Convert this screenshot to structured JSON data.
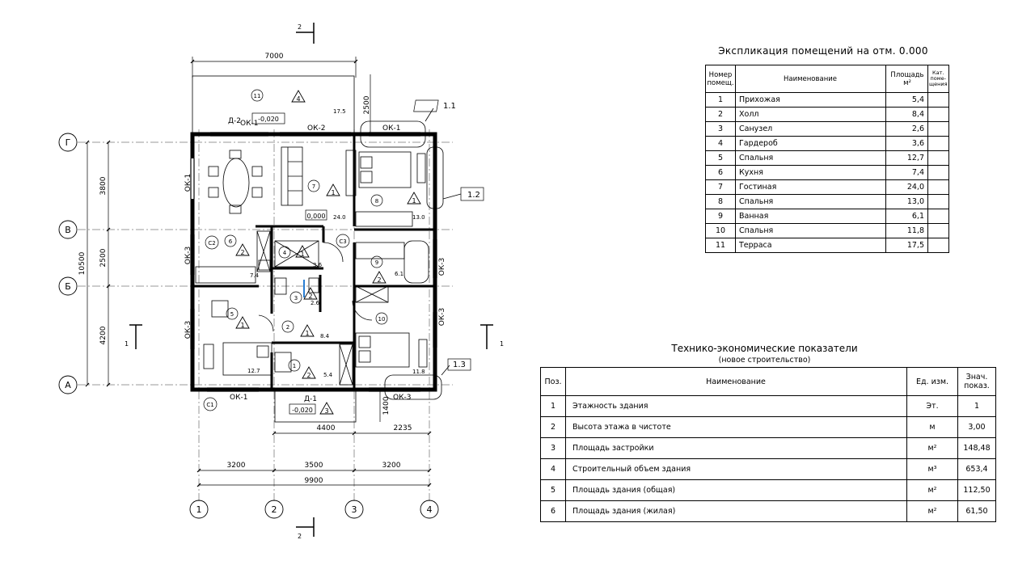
{
  "plan": {
    "dims_top": [
      "7000"
    ],
    "terrace_dim": "2500",
    "dims_bottom_mid": [
      "4400",
      "2235"
    ],
    "dims_bottom_rooms": [
      "3200",
      "3500",
      "3200"
    ],
    "dims_bottom_total": "9900",
    "dims_left": [
      "3800",
      "2500",
      "4200"
    ],
    "dims_left_total": "10500",
    "porch_dim": "1400",
    "axes_rows": [
      "Г",
      "В",
      "Б",
      "А"
    ],
    "axes_cols": [
      "1",
      "2",
      "3",
      "4"
    ],
    "section_label": "2",
    "section_side_label": "1",
    "windows": [
      "ОК-1",
      "ОК-2",
      "ОК-1",
      "ОК-1",
      "ОК-3",
      "ОК-3",
      "ОК-3",
      "ОК-3",
      "ОК-1",
      "ОК-3"
    ],
    "doors": [
      "Д-2",
      "Д-1"
    ],
    "levels": [
      "-0,020",
      "0,000",
      "-0,020"
    ],
    "callouts": [
      "1.1",
      "1.2",
      "1.3"
    ],
    "cabinets": [
      "С1",
      "С2",
      "С3"
    ],
    "room_numbers": [
      "11",
      "7",
      "8",
      "6",
      "4",
      "3",
      "9",
      "5",
      "2",
      "10",
      "1"
    ],
    "room_areas": [
      "17.5",
      "24.0",
      "13.0",
      "7.4",
      "3.6",
      "2.6",
      "6.1",
      "8.4",
      "12.7",
      "5.4",
      "11.8"
    ],
    "finish_marks": [
      "4",
      "1",
      "1",
      "2",
      "1",
      "2",
      "2",
      "1",
      "1",
      "2",
      "3"
    ]
  },
  "explication": {
    "title": "Экспликация помещений на отм. 0.000",
    "headers": {
      "num": "Номер помещ.",
      "name": "Наименование",
      "area": "Площадь м²",
      "cat": "Кат. поме- щения"
    },
    "rows": [
      {
        "num": "1",
        "name": "Прихожая",
        "area": "5,4"
      },
      {
        "num": "2",
        "name": "Холл",
        "area": "8,4"
      },
      {
        "num": "3",
        "name": "Санузел",
        "area": "2,6"
      },
      {
        "num": "4",
        "name": "Гардероб",
        "area": "3,6"
      },
      {
        "num": "5",
        "name": "Спальня",
        "area": "12,7"
      },
      {
        "num": "6",
        "name": "Кухня",
        "area": "7,4"
      },
      {
        "num": "7",
        "name": "Гостиная",
        "area": "24,0"
      },
      {
        "num": "8",
        "name": "Спальня",
        "area": "13,0"
      },
      {
        "num": "9",
        "name": "Ванная",
        "area": "6,1"
      },
      {
        "num": "10",
        "name": "Спальня",
        "area": "11,8"
      },
      {
        "num": "11",
        "name": "Терраса",
        "area": "17,5"
      }
    ]
  },
  "tep": {
    "title": "Технико-экономические показатели",
    "subtitle": "(новое строительство)",
    "headers": {
      "pos": "Поз.",
      "name": "Наименование",
      "unit": "Ед. изм.",
      "value": "Знач. показ."
    },
    "rows": [
      {
        "pos": "1",
        "name": "Этажность здания",
        "unit": "Эт.",
        "value": "1"
      },
      {
        "pos": "2",
        "name": "Высота этажа в чистоте",
        "unit": "м",
        "value": "3,00"
      },
      {
        "pos": "3",
        "name": "Площадь застройки",
        "unit": "м²",
        "value": "148,48"
      },
      {
        "pos": "4",
        "name": "Строительный объем здания",
        "unit": "м³",
        "value": "653,4"
      },
      {
        "pos": "5",
        "name": "Площадь здания (общая)",
        "unit": "м²",
        "value": "112,50"
      },
      {
        "pos": "6",
        "name": "Площадь здания (жилая)",
        "unit": "м²",
        "value": "61,50"
      }
    ]
  }
}
